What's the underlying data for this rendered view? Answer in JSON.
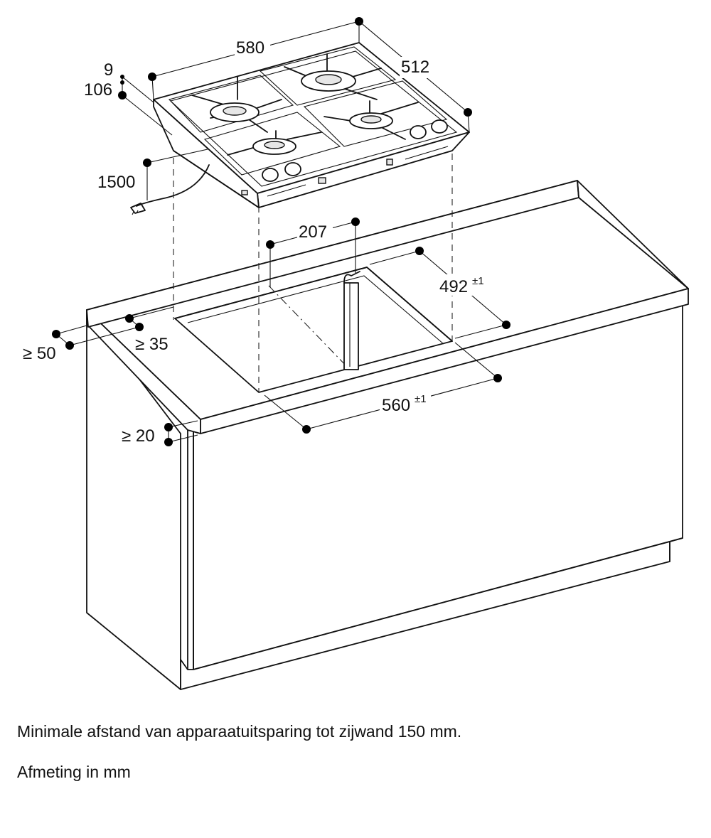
{
  "dimensions": {
    "hob_width": "580",
    "hob_depth": "512",
    "height_9": "9",
    "height_106": "106",
    "cable_length": "1500",
    "gas_offset": "207",
    "cutout_depth": "492",
    "cutout_depth_tol": "±1",
    "cutout_width": "560",
    "cutout_width_tol": "±1",
    "min_back": "≥ 50",
    "min_side": "≥ 35",
    "min_thickness": "≥ 20"
  },
  "notes": {
    "side_wall": "Minimale afstand van apparaatuitsparing tot zijwand 150 mm.",
    "units": "Afmeting in mm"
  }
}
